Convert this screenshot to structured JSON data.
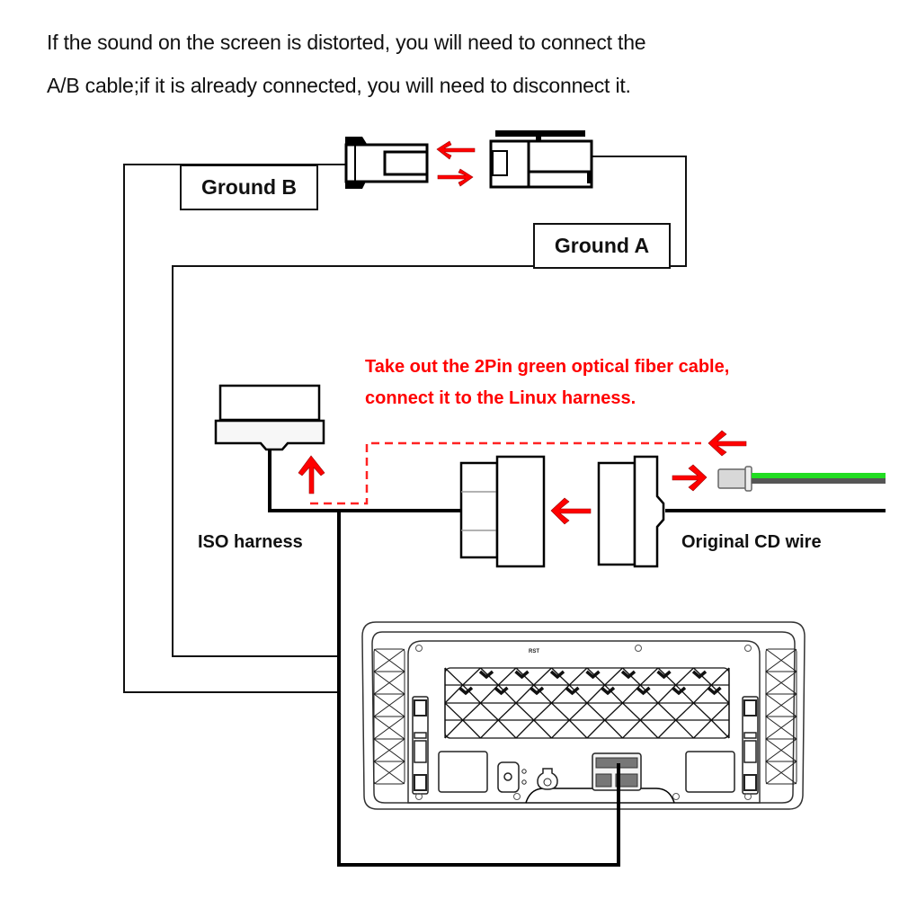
{
  "instructions": {
    "line1": "If the sound on the screen is distorted, you will need to connect the",
    "line2": "A/B cable;if it is already connected, you will need to disconnect it."
  },
  "labels": {
    "ground_b": "Ground B",
    "ground_a": "Ground A",
    "iso_harness": "ISO harness",
    "original_cd_wire": "Original CD wire"
  },
  "red_note": {
    "line1": "Take out the 2Pin green optical fiber cable,",
    "line2": "connect it to the Linux harness."
  },
  "head_unit": {
    "reset_label": "RST"
  },
  "colors": {
    "arrow_red": "#ff0000",
    "wire_black": "#000000",
    "fiber_green": "#22dd22",
    "fiber_dark": "#555555",
    "connector_fill": "#d8d8d8"
  }
}
